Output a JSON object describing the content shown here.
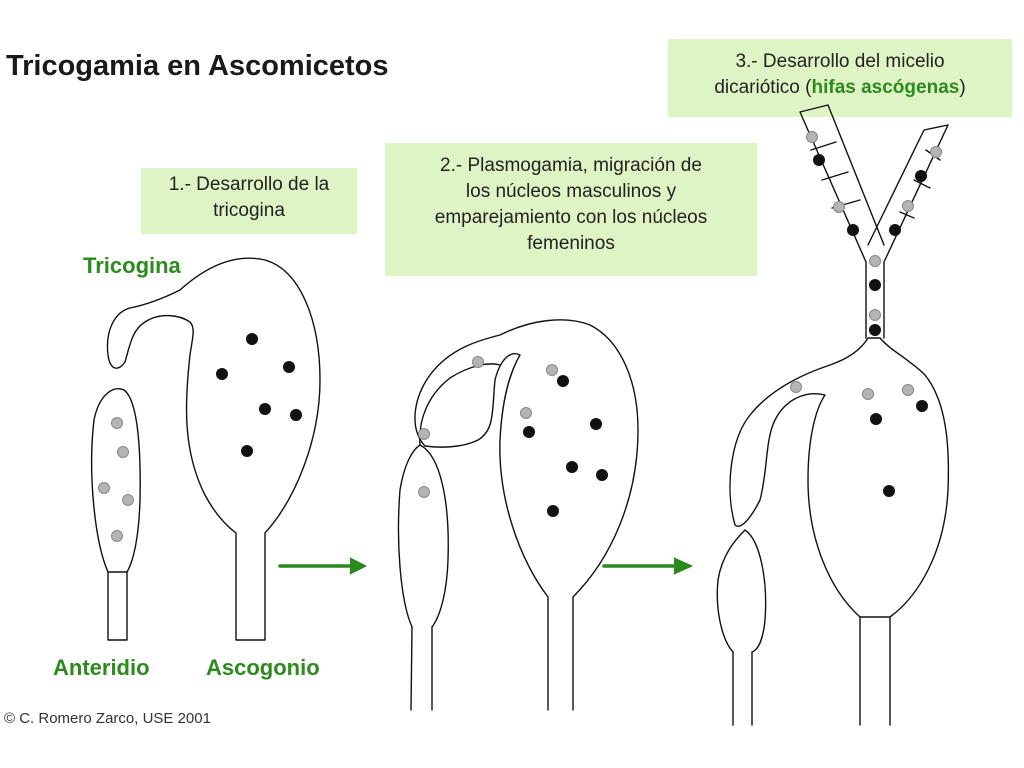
{
  "title": "Tricogamia en Ascomicetos",
  "steps": [
    {
      "label_line1": "1.- Desarrollo de la",
      "label_line2": "tricogina"
    },
    {
      "label_line1": "2.- Plasmogamia, migración de",
      "label_line2": "los núcleos masculinos y",
      "label_line3": "emparejamiento con los núcleos",
      "label_line4": "femeninos"
    },
    {
      "label_line1": "3.- Desarrollo del micelio",
      "label_pre": "dicariótico (",
      "label_hl": "hifas ascógenas",
      "label_post": ")"
    }
  ],
  "labels": {
    "tricogina": "Tricogina",
    "anteridio": "Anteridio",
    "ascogonio": "Ascogonio"
  },
  "copyright": "© C. Romero Zarco, USE 2001",
  "colors": {
    "box_bg": "#dff4c4",
    "label_green": "#2c8a1e",
    "arrow_green": "#2a8a1e",
    "male_nucleus": "#b4b4b4",
    "female_nucleus": "#111111"
  }
}
